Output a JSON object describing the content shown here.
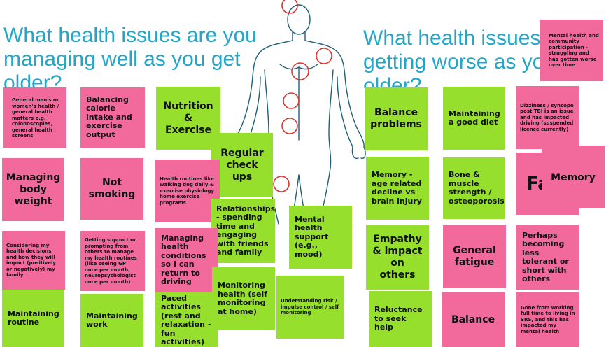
{
  "headings": {
    "left": "What health issues are you managing well as you get older?",
    "right": "What health issues are getting worse as you get older?"
  },
  "left_notes": {
    "general_health": "General men's or women's health / general health matters e.g. colonoscopies, general health screens",
    "calorie": "Balancing calorie intake and exercise output",
    "nutrition": "Nutrition & Exercise",
    "checkups": "Regular check ups",
    "body_weight": "Managing body weight",
    "not_smoking": "Not smoking",
    "routines": "Health routines like walking dog daily & exercise physiology home exercise programs",
    "relationships": "Relationships - spending time and engaging with friends and family",
    "mental_support": "Mental health support (e.g., mood)",
    "decisions": "Considering my health decisions and how they will impact (positively or negatively) my family",
    "support_prompting": "Getting support or prompting from others to manage my health routines (like seeing GP once per month, neuropsychologist once per month)",
    "conditions": "Managing health conditions so I can return to driving",
    "monitoring": "Monitoring health (self monitoring at home)",
    "risk": "Understanding risk / impulse control / self monitoring",
    "routine": "Maintaining routine",
    "work": "Maintaining work",
    "paced": "Paced activities (rest and relaxation - fun activities)"
  },
  "right_notes": {
    "community": "Mental health and community participation - struggling and has gotten worse over time",
    "balance_problems": "Balance problems",
    "good_diet": "Maintaining a good diet",
    "dizziness": "Dizziness / syncope post TBI is an issue and has impacted driving (suspended licence currently)",
    "memory_age": "Memory - age related decline vs brain injury",
    "bone": "Bone & muscle strength / osteoporosis",
    "fa_fragment": "Fa",
    "memory": "Memory",
    "empathy": "Empathy & impact on others",
    "fatigue": "General fatigue",
    "tolerant": "Perhaps becoming less tolerant or short with others",
    "reluctance": "Reluctance to seek help",
    "balance": "Balance",
    "srs": "Gone from working full time to living in SRS, and this has impacted my mental health"
  },
  "colors": {
    "heading": "#22a7c9",
    "pink_note": "#f26a9c",
    "green_note": "#96e02d",
    "body_outline": "#1e5f7a",
    "marker": "#e2332a"
  }
}
